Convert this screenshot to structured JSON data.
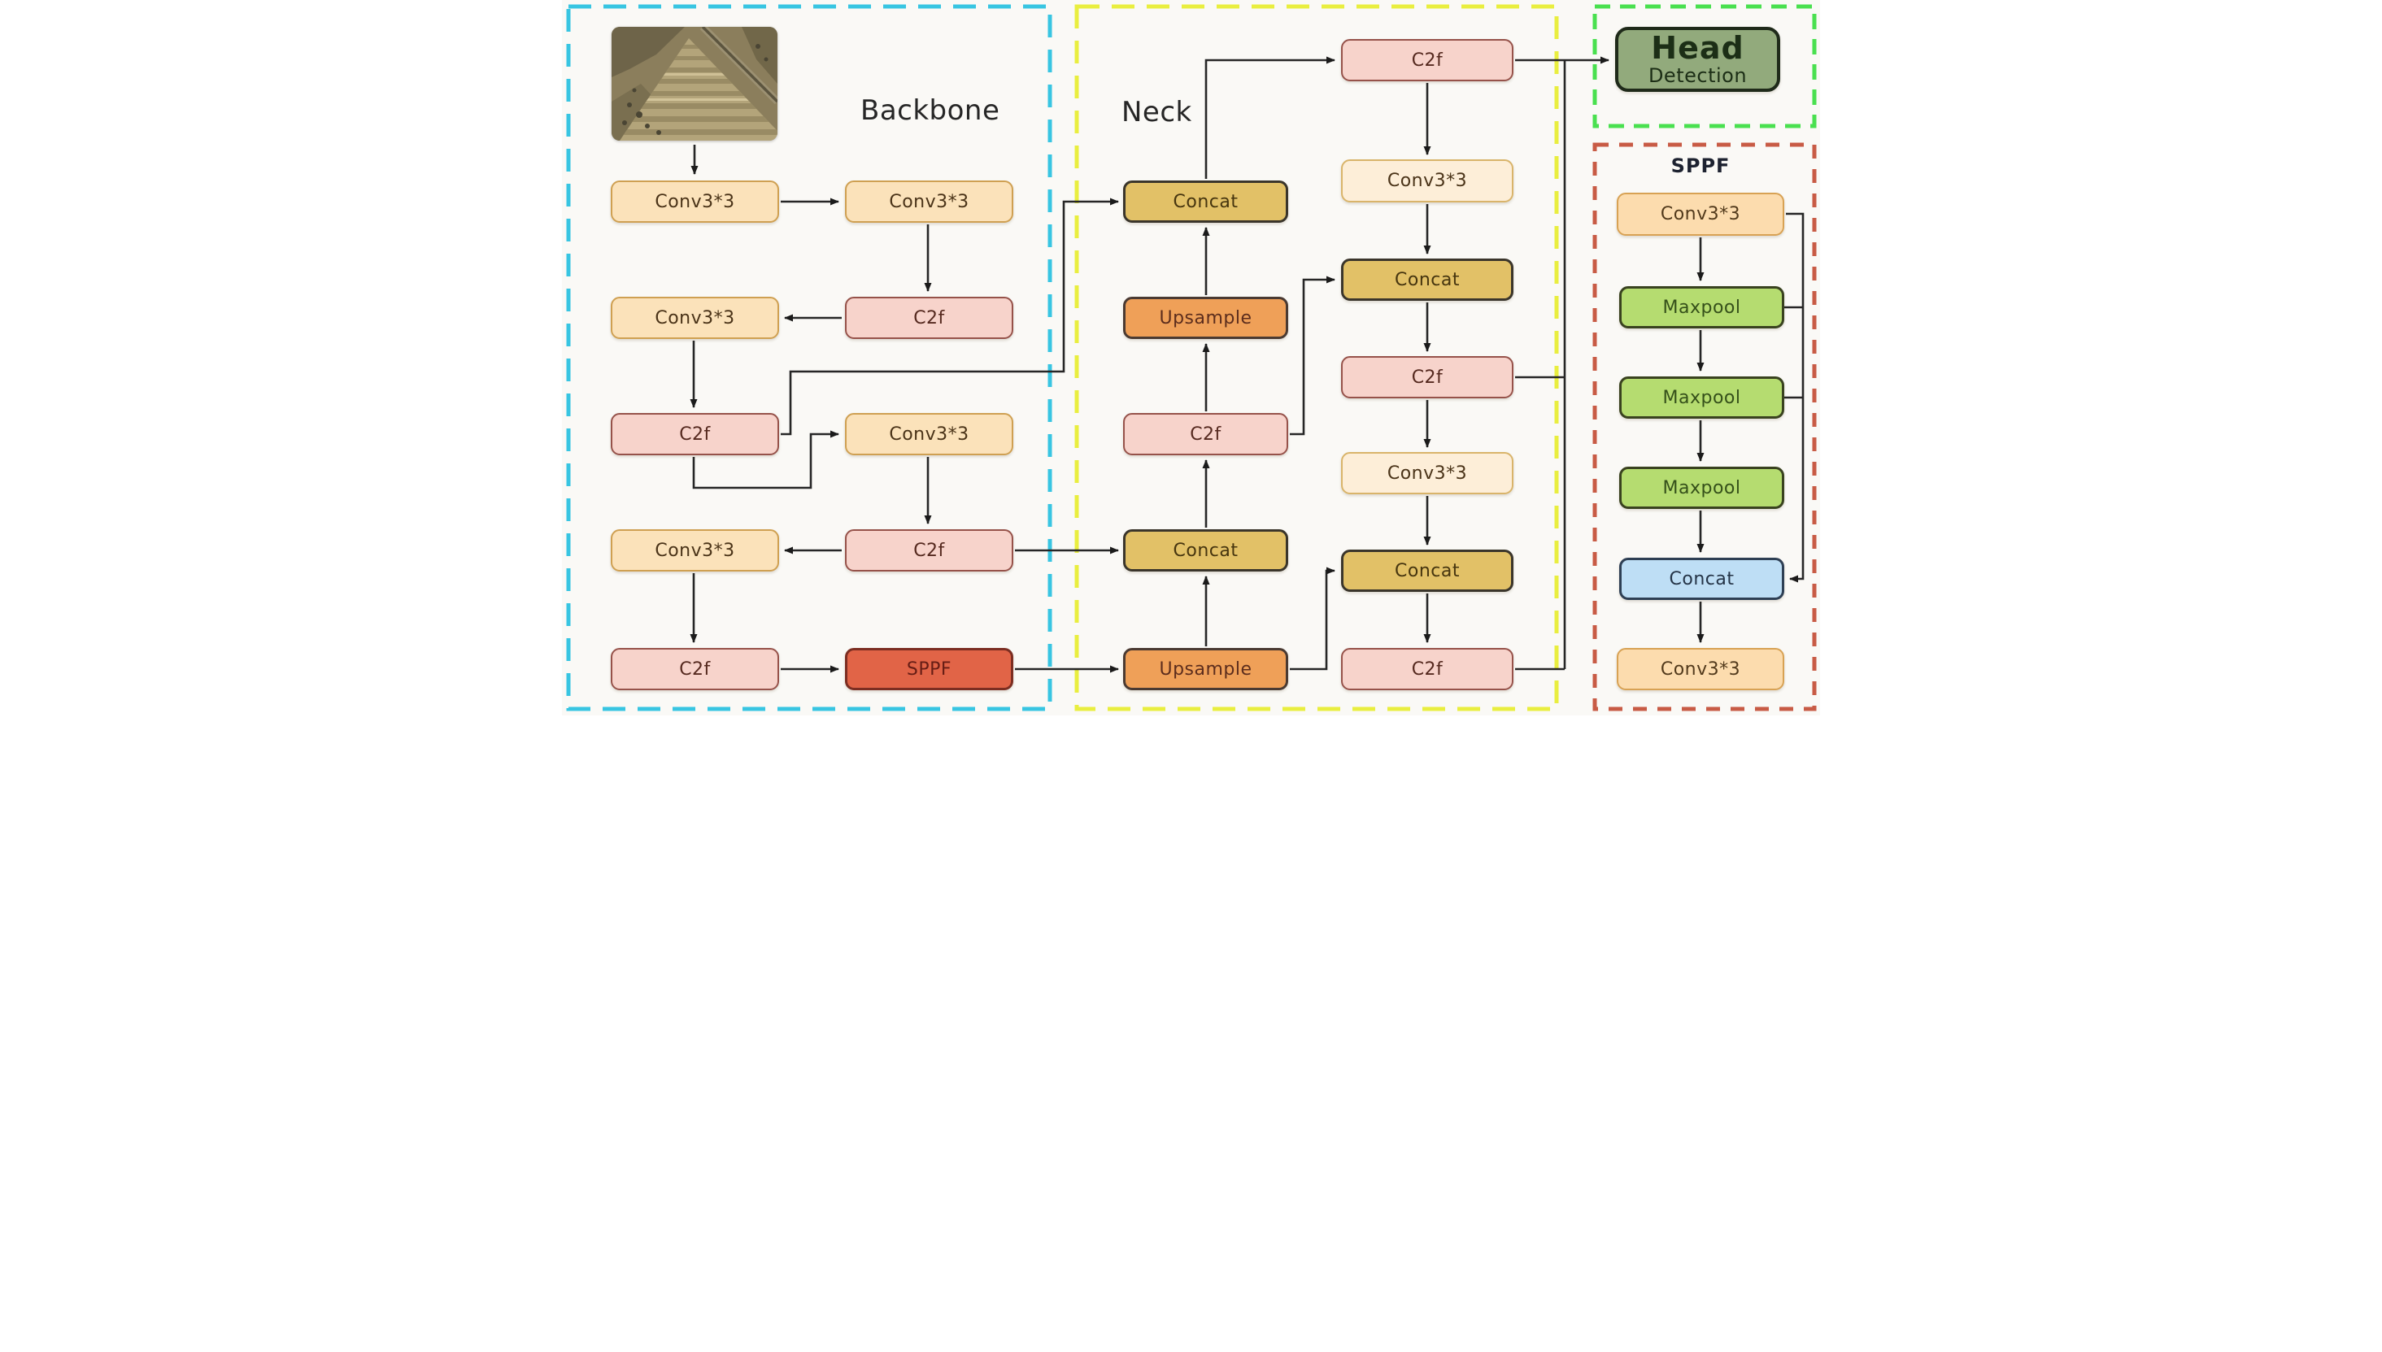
{
  "sections": {
    "backbone": {
      "label": "Backbone"
    },
    "neck": {
      "label": "Neck"
    },
    "sppf_panel": {
      "label": "SPPF"
    }
  },
  "head_node": {
    "title": "Head",
    "subtitle": "Detection"
  },
  "nodes": {
    "input_image": {
      "kind": "aerial-satellite-photo"
    },
    "bb_conv_a": {
      "label": "Conv3*3"
    },
    "bb_conv_b": {
      "label": "Conv3*3"
    },
    "bb_conv_c": {
      "label": "Conv3*3"
    },
    "bb_c2f_a": {
      "label": "C2f"
    },
    "bb_c2f_b": {
      "label": "C2f"
    },
    "bb_conv_d": {
      "label": "Conv3*3"
    },
    "bb_conv_e": {
      "label": "Conv3*3"
    },
    "bb_c2f_c": {
      "label": "C2f"
    },
    "bb_c2f_d": {
      "label": "C2f"
    },
    "bb_sppf": {
      "label": "SPPF"
    },
    "nk_concat_a": {
      "label": "Concat"
    },
    "nk_upsample_a": {
      "label": "Upsample"
    },
    "nk_c2f_a": {
      "label": "C2f"
    },
    "nk_concat_b": {
      "label": "Concat"
    },
    "nk_upsample_b": {
      "label": "Upsample"
    },
    "nk_c2f_top": {
      "label": "C2f"
    },
    "nk_conv_a": {
      "label": "Conv3*3"
    },
    "nk_concat_c": {
      "label": "Concat"
    },
    "nk_c2f_mid": {
      "label": "C2f"
    },
    "nk_conv_b": {
      "label": "Conv3*3"
    },
    "nk_concat_d": {
      "label": "Concat"
    },
    "nk_c2f_bot": {
      "label": "C2f"
    },
    "sp_conv_a": {
      "label": "Conv3*3"
    },
    "sp_max_a": {
      "label": "Maxpool"
    },
    "sp_max_b": {
      "label": "Maxpool"
    },
    "sp_max_c": {
      "label": "Maxpool"
    },
    "sp_concat": {
      "label": "Concat"
    },
    "sp_conv_b": {
      "label": "Conv3*3"
    }
  },
  "colors": {
    "background": "#faf9f6",
    "edge": "#262626",
    "backbone_dash": "#38c5e2",
    "neck_dash": "#e9ee3f",
    "head_dash": "#49e04f",
    "sppf_dash": "#c85b45",
    "conv_fill": "#fbe2ba",
    "conv_cream_fill": "#fdeed8",
    "c2f_fill": "#f7d3cb",
    "concat_fill": "#e2c167",
    "upsample_fill": "#efa058",
    "sppf_block_fill": "#e16447",
    "maxpool_fill": "#b5dc70",
    "concat_blue_fill": "#bedef5",
    "head_fill": "#92aa7c"
  }
}
